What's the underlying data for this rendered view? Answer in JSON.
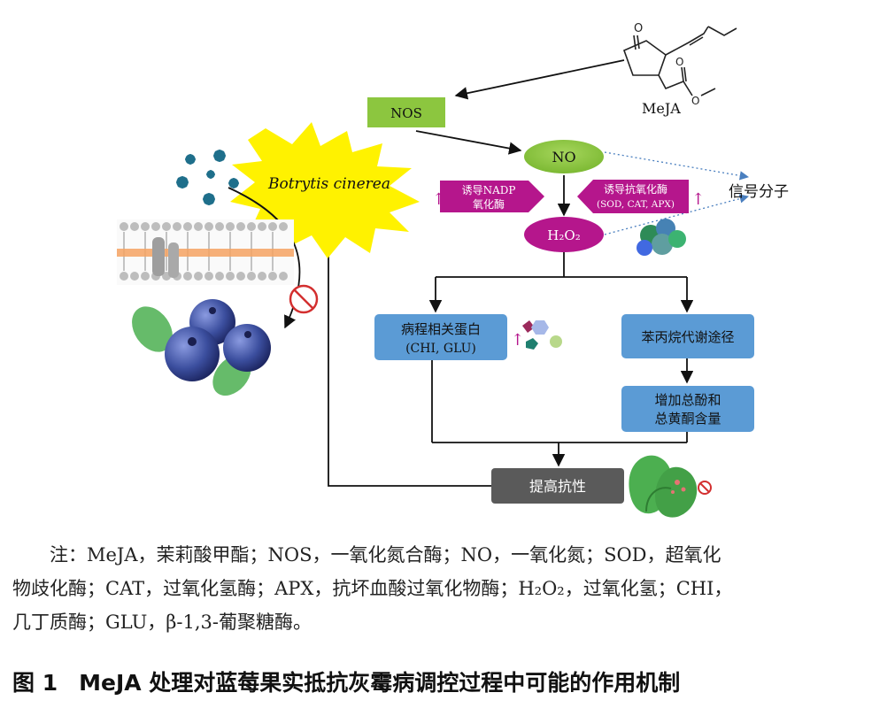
{
  "diagram": {
    "meja_label": "MeJA",
    "nos_label": "NOS",
    "no_label": "NO",
    "h2o2_label": "H₂O₂",
    "botrytis_label": "Botrytis cinerea",
    "signal_label": "信号分子",
    "nadph_lines": [
      "诱导NADP",
      "氧化酶"
    ],
    "antioxidant_lines": [
      "诱导抗氧化酶",
      "(SOD, CAT, APX)"
    ],
    "pr_lines": [
      "病程相关蛋白",
      "(CHI, GLU)"
    ],
    "phenylpropanoid_label": "苯丙烷代谢途径",
    "phenol_lines": [
      "增加总酚和",
      "总黄酮含量"
    ],
    "resistance_label": "提高抗性",
    "up_arrow": "↑",
    "colors": {
      "green_box": "#8cc63f",
      "magenta": "#b5168c",
      "blue_box": "#5b9bd5",
      "gray_box": "#5a5a5a",
      "burst_yellow": "#fff200",
      "pathogen_teal": "#1f6f8b",
      "berry_blue": "#3b4e9e",
      "leaf_green": "#4caf50"
    }
  },
  "note": {
    "line1": "注：MeJA，茉莉酸甲酯；NOS，一氧化氮合酶；NO，一氧化氮；SOD，超氧化",
    "line2": "物歧化酶；CAT，过氧化氢酶；APX，抗坏血酸过氧化物酶；H₂O₂，过氧化氢；CHI，",
    "line3": "几丁质酶；GLU，β-1,3-葡聚糖酶。"
  },
  "caption": {
    "number": "图 1",
    "title": "MeJA 处理对蓝莓果实抵抗灰霉病调控过程中可能的作用机制"
  }
}
